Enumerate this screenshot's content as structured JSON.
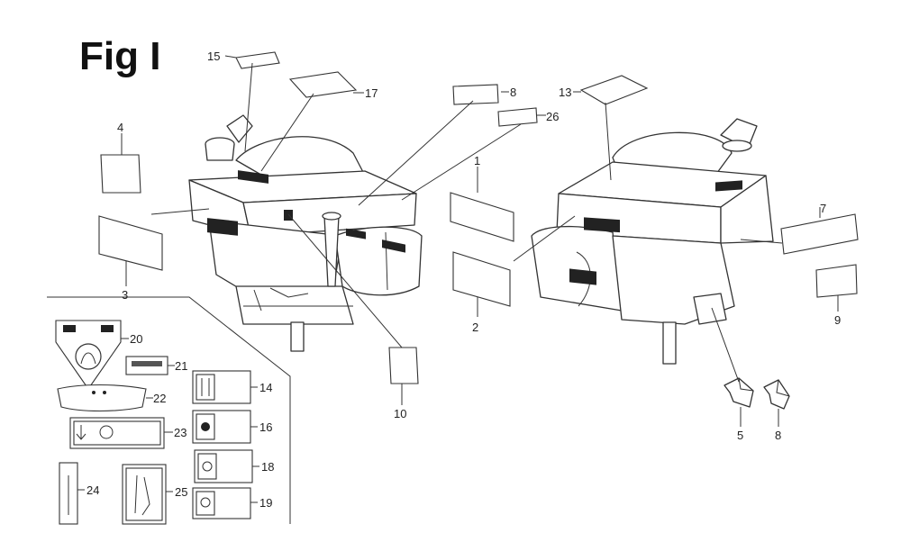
{
  "figure": {
    "title": "Fig I"
  },
  "callouts": {
    "c15": "15",
    "c17": "17",
    "c4": "4",
    "c3": "3",
    "c8a": "8",
    "c26": "26",
    "c13": "13",
    "c1": "1",
    "c2": "2",
    "c7": "7",
    "c9": "9",
    "c10": "10",
    "c5": "5",
    "c8b": "8",
    "c20": "20",
    "c21": "21",
    "c22": "22",
    "c14": "14",
    "c16": "16",
    "c23": "23",
    "c18": "18",
    "c24": "24",
    "c25": "25",
    "c19": "19"
  }
}
